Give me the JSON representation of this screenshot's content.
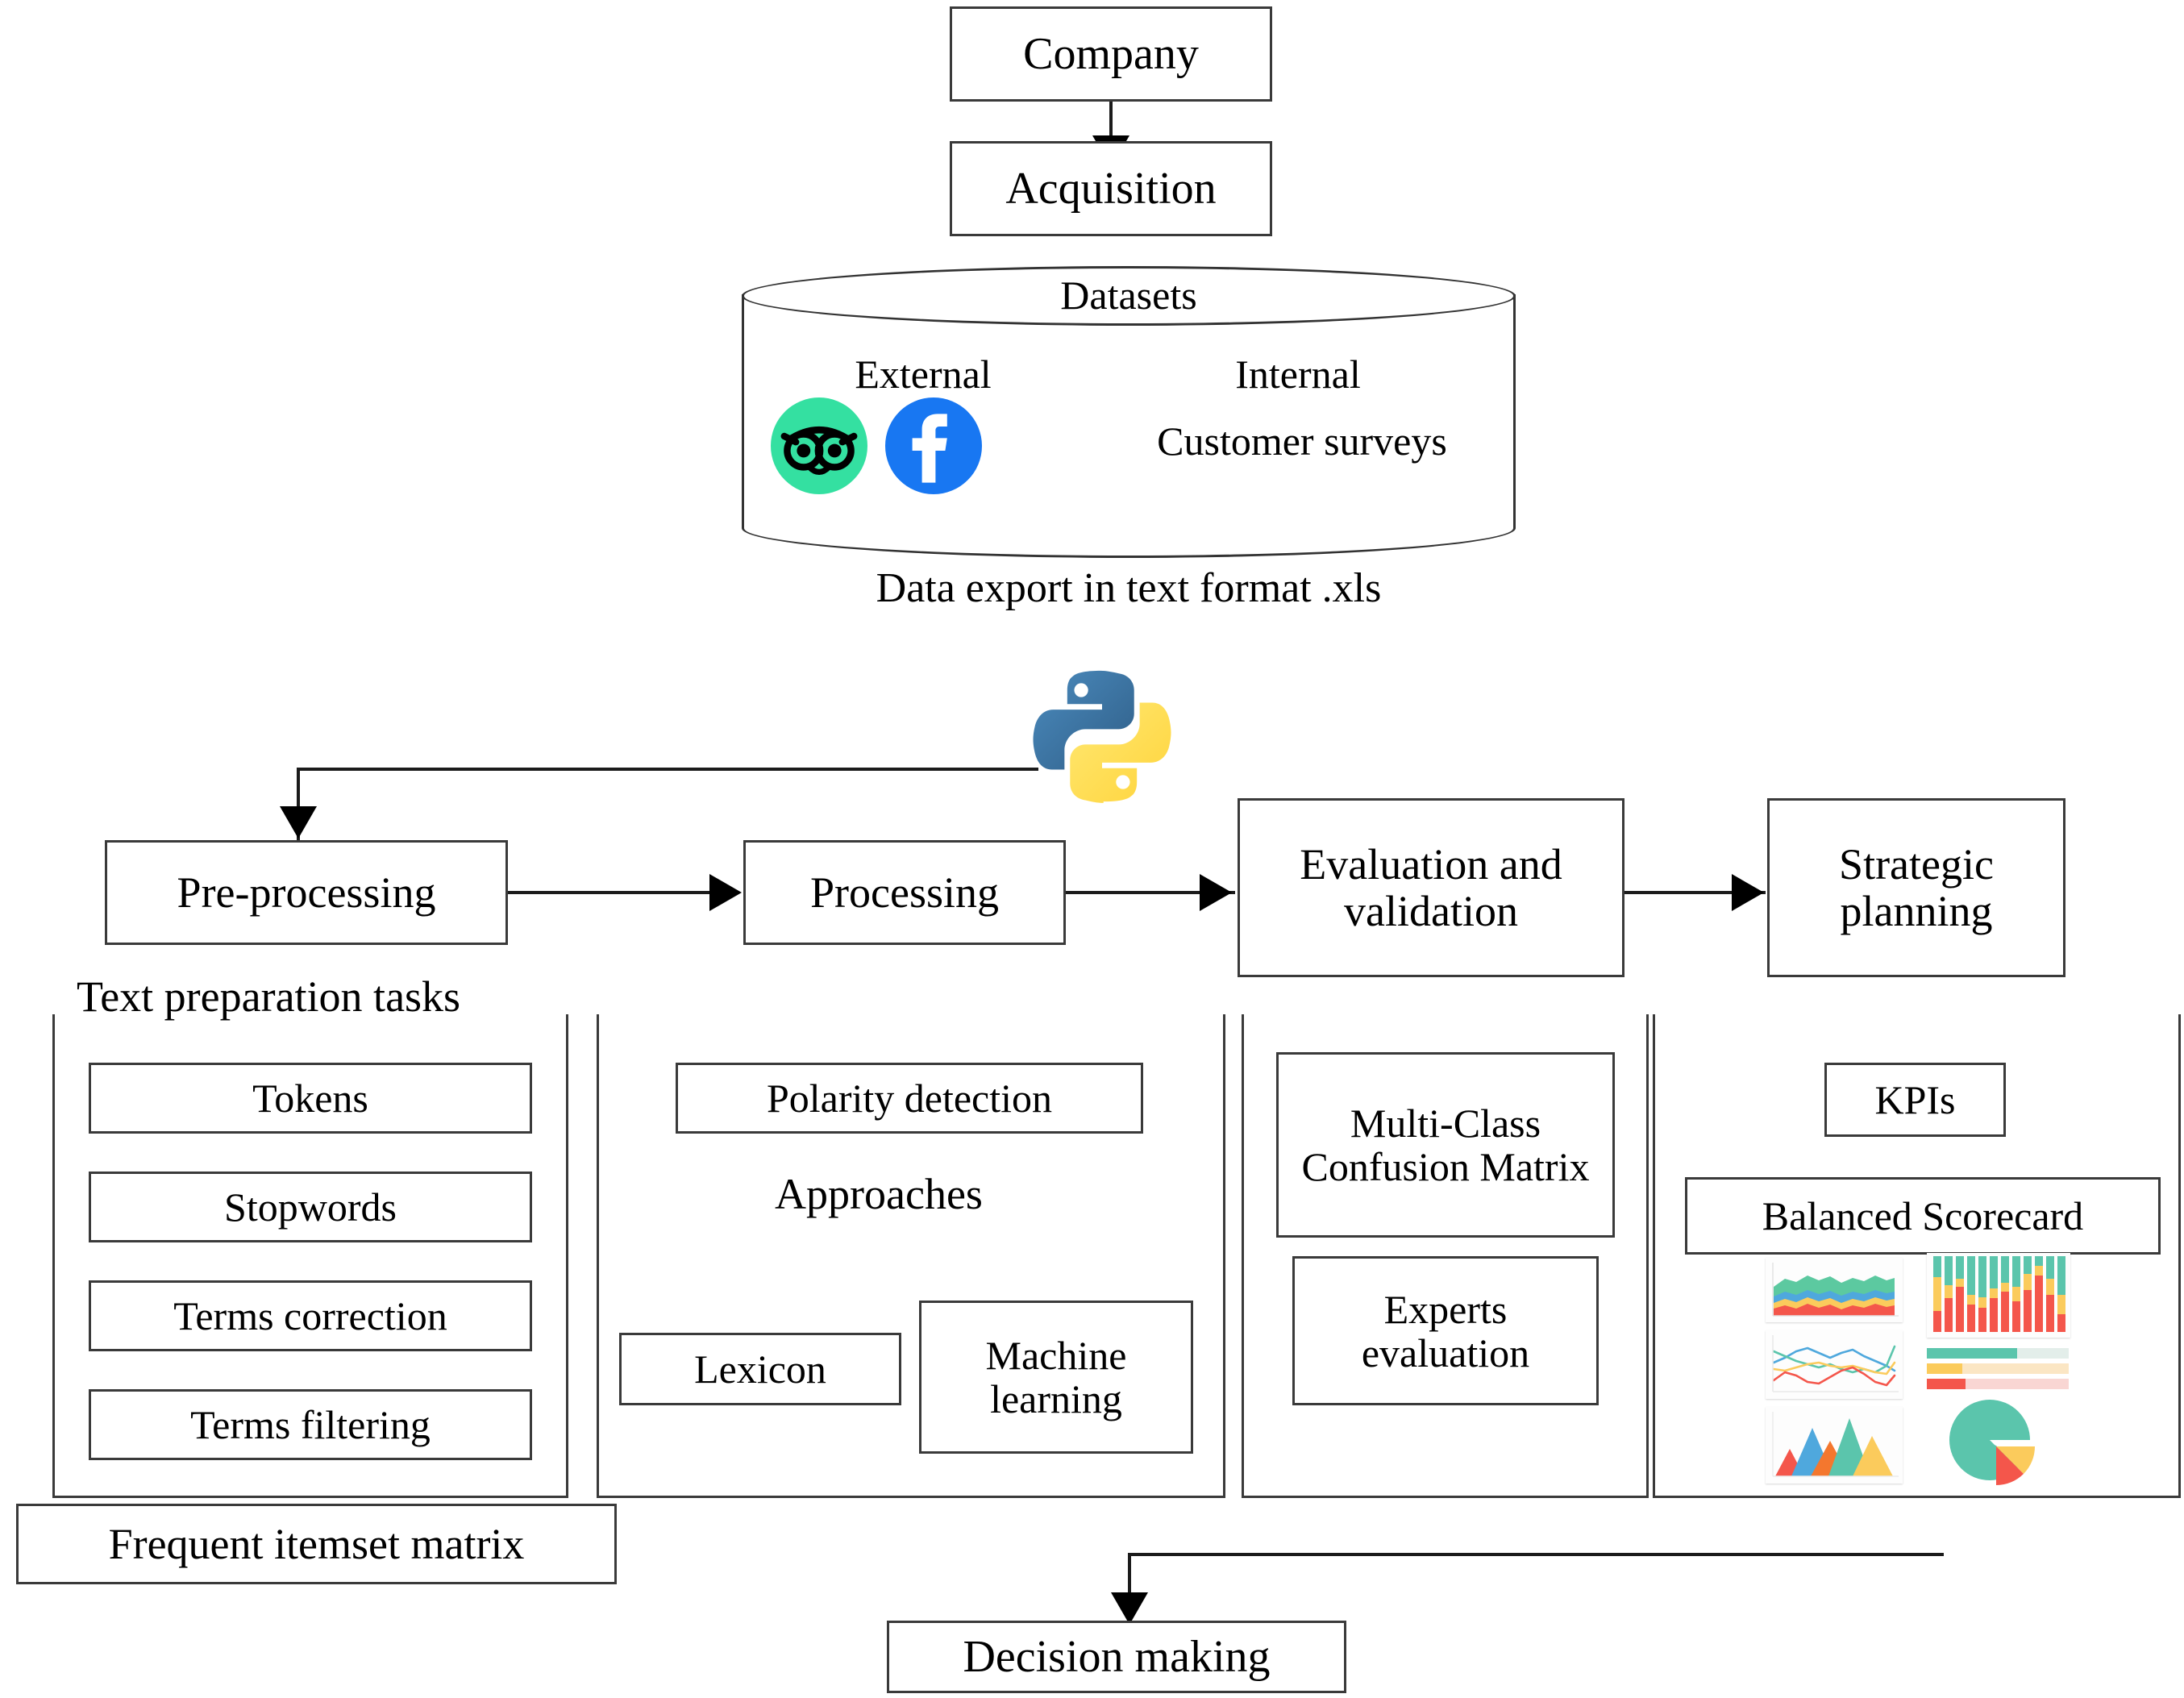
{
  "title": "Sentiment analysis methodology flowchart",
  "top_flow": {
    "company": "Company",
    "acquisition": "Acquisition",
    "datasets_title": "Datasets",
    "external_label": "External",
    "internal_label": "Internal",
    "customer_surveys": "Customer surveys",
    "export_caption": "Data export in text format .xls",
    "logos": [
      {
        "name": "tripadvisor-logo",
        "color": "#34E0A1"
      },
      {
        "name": "facebook-logo",
        "color": "#1877F2"
      }
    ]
  },
  "python": {
    "name": "python-logo",
    "blue": "#3A6F9A",
    "yellow": "#FFD martin43B"
  },
  "stages": [
    {
      "id": "pre-processing",
      "label": "Pre-processing"
    },
    {
      "id": "processing",
      "label": "Processing"
    },
    {
      "id": "evaluation-validation",
      "label": "Evaluation and validation"
    },
    {
      "id": "strategic-planning",
      "label": "Strategic planning"
    }
  ],
  "columns": [
    {
      "id": "text-preparation",
      "heading": "Text preparation tasks",
      "items": [
        "Tokens",
        "Stopwords",
        "Terms correction",
        "Terms filtering"
      ]
    },
    {
      "id": "processing-detail",
      "heading": "",
      "top_item": "Polarity detection",
      "approaches_label": "Approaches",
      "items": [
        "Lexicon",
        "Machine learning"
      ]
    },
    {
      "id": "evaluation-detail",
      "heading": "",
      "items": [
        "Multi-Class Confusion Matrix",
        "Experts evaluation"
      ]
    },
    {
      "id": "planning-detail",
      "heading": "",
      "items": [
        "KPIs",
        "Balanced Scorecard"
      ]
    }
  ],
  "footer": {
    "frequent_itemset": "Frequent itemset matrix",
    "decision_making": "Decision making"
  },
  "dashboard": {
    "name": "kpi-dashboard-collage",
    "palette": {
      "teal": "#5BC5AC",
      "red": "#F4564B",
      "yellow": "#FBCB5C",
      "blue": "#4FA8DD",
      "orange": "#F4772E",
      "green": "#5CC9A0"
    },
    "charts": [
      "stacked-area-chart",
      "stacked-bar-chart",
      "multi-line-chart",
      "progress-bars-chart",
      "peaks-area-chart",
      "exploded-pie-chart"
    ]
  },
  "chart_data": [
    {
      "type": "area",
      "name": "stacked-area-chart",
      "title": "",
      "series": [
        {
          "name": "red",
          "values": [
            18,
            22,
            20,
            26,
            21,
            25,
            19,
            24,
            20,
            23,
            21,
            25,
            20
          ]
        },
        {
          "name": "yellow",
          "values": [
            12,
            14,
            10,
            13,
            11,
            14,
            12,
            13,
            10,
            14,
            12,
            13,
            11
          ]
        },
        {
          "name": "blue",
          "values": [
            20,
            18,
            22,
            17,
            21,
            18,
            22,
            19,
            21,
            18,
            20,
            19,
            21
          ]
        },
        {
          "name": "green",
          "values": [
            22,
            28,
            24,
            30,
            25,
            29,
            23,
            28,
            25,
            30,
            24,
            28,
            26
          ]
        }
      ],
      "grid": false,
      "legend": "none"
    },
    {
      "type": "bar",
      "name": "stacked-bar-chart",
      "categories": [
        "1",
        "2",
        "3",
        "4",
        "5",
        "6",
        "7",
        "8",
        "9",
        "10",
        "11",
        "12"
      ],
      "series": [
        {
          "name": "red",
          "values": [
            25,
            45,
            60,
            35,
            30,
            45,
            55,
            40,
            55,
            75,
            50,
            22
          ]
        },
        {
          "name": "yellow",
          "values": [
            45,
            18,
            12,
            14,
            15,
            14,
            12,
            20,
            22,
            13,
            22,
            25
          ]
        },
        {
          "name": "teal",
          "values": [
            30,
            37,
            28,
            51,
            55,
            41,
            33,
            40,
            23,
            12,
            28,
            53
          ]
        }
      ],
      "ylim": [
        0,
        100
      ],
      "grid": false,
      "legend": "none"
    },
    {
      "type": "line",
      "name": "multi-line-chart",
      "x": [
        0,
        1,
        2,
        3,
        4,
        5,
        6,
        7,
        8,
        9,
        10,
        11,
        12
      ],
      "series": [
        {
          "name": "blue",
          "values": [
            52,
            58,
            66,
            70,
            64,
            58,
            64,
            68,
            60,
            54,
            50,
            46,
            40
          ]
        },
        {
          "name": "teal",
          "values": [
            66,
            60,
            54,
            50,
            46,
            50,
            44,
            40,
            44,
            40,
            48,
            62,
            74
          ]
        },
        {
          "name": "yellow",
          "values": [
            44,
            42,
            46,
            50,
            52,
            48,
            46,
            48,
            44,
            40,
            38,
            44,
            56
          ]
        },
        {
          "name": "red",
          "values": [
            30,
            40,
            36,
            28,
            26,
            34,
            42,
            46,
            38,
            28,
            24,
            30,
            44
          ]
        }
      ],
      "grid": false,
      "legend": "none"
    },
    {
      "type": "bar",
      "name": "progress-bars-chart",
      "categories": [
        "teal",
        "yellow",
        "red"
      ],
      "values": [
        64,
        24,
        26
      ],
      "ylim": [
        0,
        100
      ],
      "grid": false,
      "legend": "none"
    },
    {
      "type": "area",
      "name": "peaks-area-chart",
      "categories": [
        "red",
        "blue",
        "orange",
        "teal",
        "yellow"
      ],
      "values": [
        38,
        76,
        56,
        92,
        62
      ],
      "ylim": [
        0,
        100
      ],
      "grid": false,
      "legend": "none"
    },
    {
      "type": "pie",
      "name": "exploded-pie-chart",
      "labels": [
        "teal",
        "yellow",
        "red"
      ],
      "values": [
        72,
        16,
        12
      ],
      "legend": "none"
    }
  ]
}
